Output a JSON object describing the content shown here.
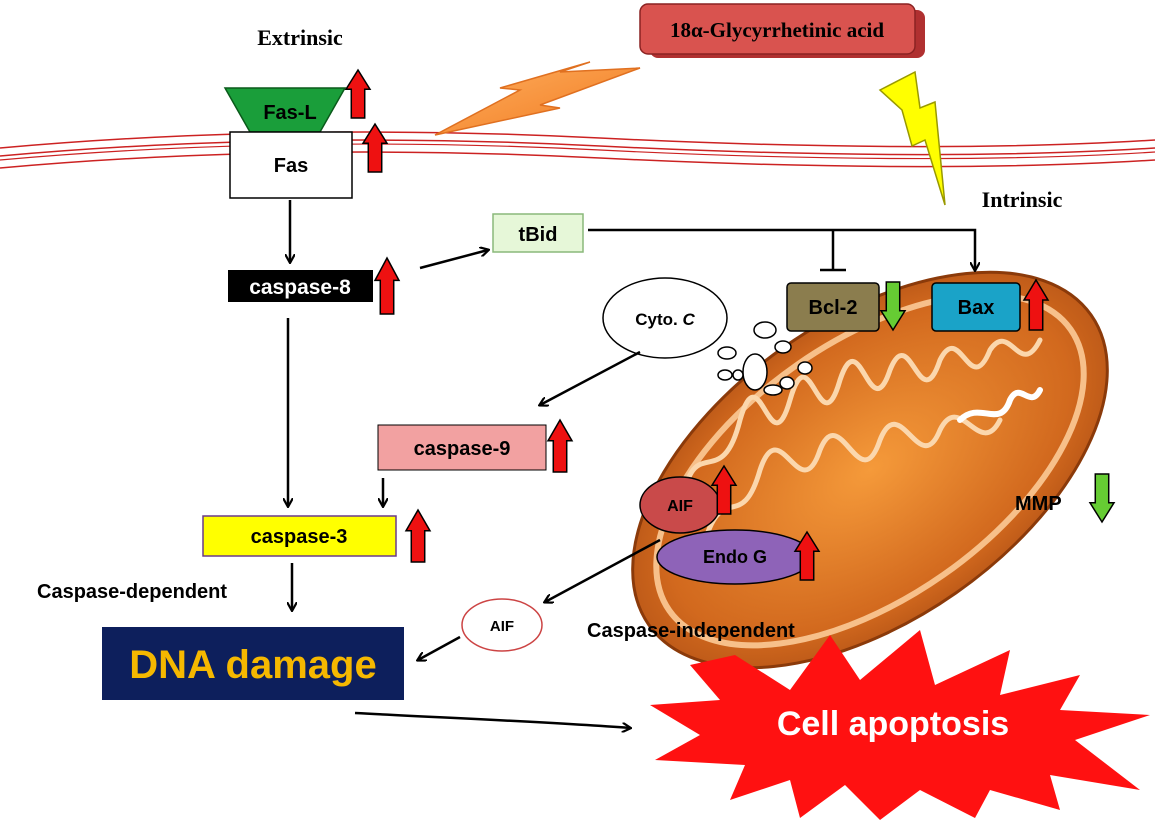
{
  "labels": {
    "extrinsic": "Extrinsic",
    "intrinsic": "Intrinsic",
    "compound": "18α-Glycyrrhetinic  acid",
    "fas_l": "Fas-L",
    "fas": "Fas",
    "tbid": "tBid",
    "caspase8": "caspase-8",
    "cyto_c_prefix": "Cyto. ",
    "cyto_c_suffix": "C",
    "bcl2": "Bcl-2",
    "bax": "Bax",
    "caspase9": "caspase-9",
    "caspase3": "caspase-3",
    "aif_mito": "AIF",
    "endo_g": "Endo G",
    "mmp": "MMP",
    "aif_free": "AIF",
    "caspase_dependent": "Caspase-dependent",
    "caspase_independent": "Caspase-independent",
    "dna_damage": "DNA damage",
    "cell_apoptosis": "Cell apoptosis"
  },
  "regulation": {
    "fas_l": "up",
    "fas": "up",
    "caspase8": "up",
    "bcl2": "down",
    "bax": "up",
    "caspase9": "up",
    "caspase3": "up",
    "aif": "up",
    "endo_g": "up",
    "mmp": "down"
  },
  "colors": {
    "up_arrow": "#ee1111",
    "down_arrow": "#66cc33",
    "compound_box": "#d9534f",
    "fas_l": "#1a9e3a",
    "tbid": "#e6f7d8",
    "caspase8": "#000000",
    "bcl2": "#8b7d4e",
    "bax": "#1aa3c8",
    "caspase9": "#f2a1a1",
    "caspase3": "#ffff00",
    "aif": "#c94a4a",
    "endo_g": "#8e63b8",
    "dna_damage_bg": "#0d1f5c",
    "dna_damage_text": "#f5b800",
    "apoptosis_star": "#ff1111",
    "mitochondrion_outer": "#d2691e",
    "membrane": "#cc2222"
  }
}
